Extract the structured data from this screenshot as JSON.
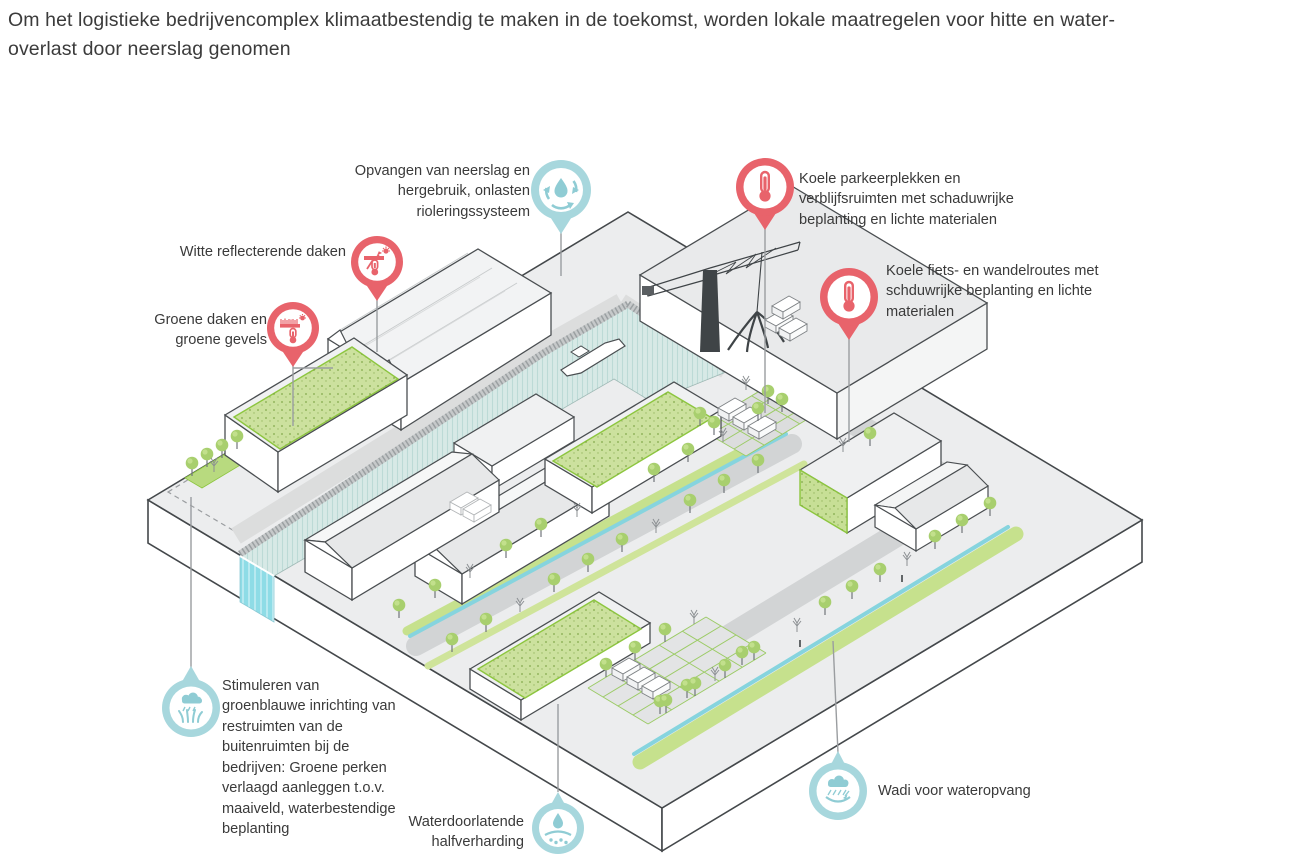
{
  "header": {
    "line1": "Om het logistieke bedrijvencomplex klimaatbestendig te maken in de toekomst, worden lokale maatregelen voor hitte en water-",
    "line2": "overlast door neerslag genomen"
  },
  "colors": {
    "heat_accent": "#e8636b",
    "water_accent": "#a7d7dd",
    "icon_blue": "#8fccd4",
    "green_accent": "#8dc63f",
    "canal_water": "#d7e9e6",
    "cascade_water": "#8edce6",
    "text": "#3a3a3a"
  },
  "callouts": [
    {
      "id": "rainwater-reuse",
      "type": "water",
      "icon": "water-recycle-icon",
      "label": "Opvangen van neerslag en hergebruik, onlasten rioleringssysteem"
    },
    {
      "id": "cool-parking",
      "type": "heat",
      "icon": "thermometer-icon",
      "label": "Koele parkeerplekken en verblijfsruimten met schaduwrijke beplanting en lichte materialen"
    },
    {
      "id": "cool-routes",
      "type": "heat",
      "icon": "thermometer-icon",
      "label": "Koele fiets- en wandelroutes met schduwrijke beplanting en lichte materialen"
    },
    {
      "id": "white-roofs",
      "type": "heat",
      "icon": "reflective-roof-icon",
      "label": "Witte reflecterende daken"
    },
    {
      "id": "green-roofs",
      "type": "heat",
      "icon": "green-roof-icon",
      "label": "Groene daken en groene gevels"
    },
    {
      "id": "green-blue-spaces",
      "type": "water",
      "icon": "rain-grass-icon",
      "label": "Stimuleren van groenblauwe inrichting van restruimten van de buitenruimten bij de bedrijven: Groene perken verlaagd aanleggen t.o.v. maaiveld, waterbestendige beplanting"
    },
    {
      "id": "permeable-paving",
      "type": "water",
      "icon": "permeable-paving-icon",
      "label": "Waterdoorlatende halfverharding"
    },
    {
      "id": "wadi",
      "type": "water",
      "icon": "rain-basin-icon",
      "label": "Wadi voor wateropvang"
    }
  ]
}
